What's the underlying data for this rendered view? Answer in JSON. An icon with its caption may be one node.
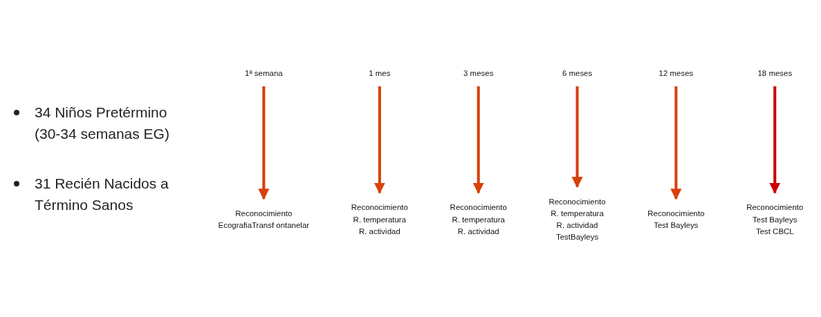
{
  "diagram": {
    "nodes": [
      {
        "text": [
          "1ª semana"
        ]
      },
      {
        "text": [
          "1 mes"
        ]
      },
      {
        "text": [
          "3 meses"
        ]
      },
      {
        "text": [
          "6 meses"
        ]
      },
      {
        "text": [
          "12 meses"
        ]
      },
      {
        "text": [
          "18 meses"
        ]
      },
      {
        "text": [
          "Reconocimiento",
          "EcografiaTransf ontanelar"
        ]
      },
      {
        "text": [
          "Reconocimiento",
          "R. temperatura",
          "R. actividad"
        ]
      },
      {
        "text": [
          "Reconocimiento",
          "R. temperatura",
          "R. actividad"
        ]
      },
      {
        "text": [
          "Reconocimiento",
          "R. temperatura",
          "R. actividad",
          "TestBayleys"
        ]
      },
      {
        "text": [
          "Reconocimiento",
          "Test Bayleys"
        ]
      },
      {
        "text": [
          "Reconocimiento",
          "Test Bayleys",
          "Test CBCL"
        ]
      }
    ],
    "edges": [
      {
        "from": 0,
        "to": 6,
        "arrow": "to"
      },
      {
        "from": 1,
        "to": 7,
        "arrow": "to"
      },
      {
        "from": 2,
        "to": 8,
        "arrow": "to"
      },
      {
        "from": 3,
        "to": 9,
        "arrow": "to"
      },
      {
        "from": 4,
        "to": 10,
        "arrow": "to"
      },
      {
        "from": 5,
        "to": 11,
        "arrow": "to",
        "color": "#cc0000"
      }
    ],
    "labels": [
      "34 Niños Pretérmino (30-34 semanas EG)",
      "31 Recién Nacidos a Término Sanos"
    ]
  }
}
